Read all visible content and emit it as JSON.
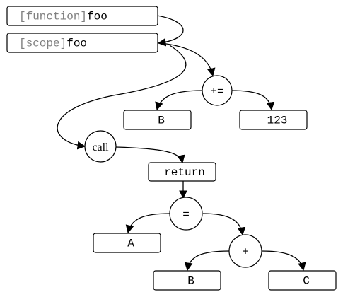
{
  "nodes": {
    "function_tag": "[function]",
    "function_name": "foo",
    "scope_tag": "[scope]",
    "scope_name": "foo",
    "plus_assign": "+=",
    "b_left": "B",
    "num_123": "123",
    "call": "call",
    "return": "return",
    "assign": "=",
    "a": "A",
    "plus": "+",
    "b_bottom": "B",
    "c": "C"
  },
  "colors": {
    "tag": "#808080",
    "line": "#000000",
    "background": "#ffffff"
  }
}
